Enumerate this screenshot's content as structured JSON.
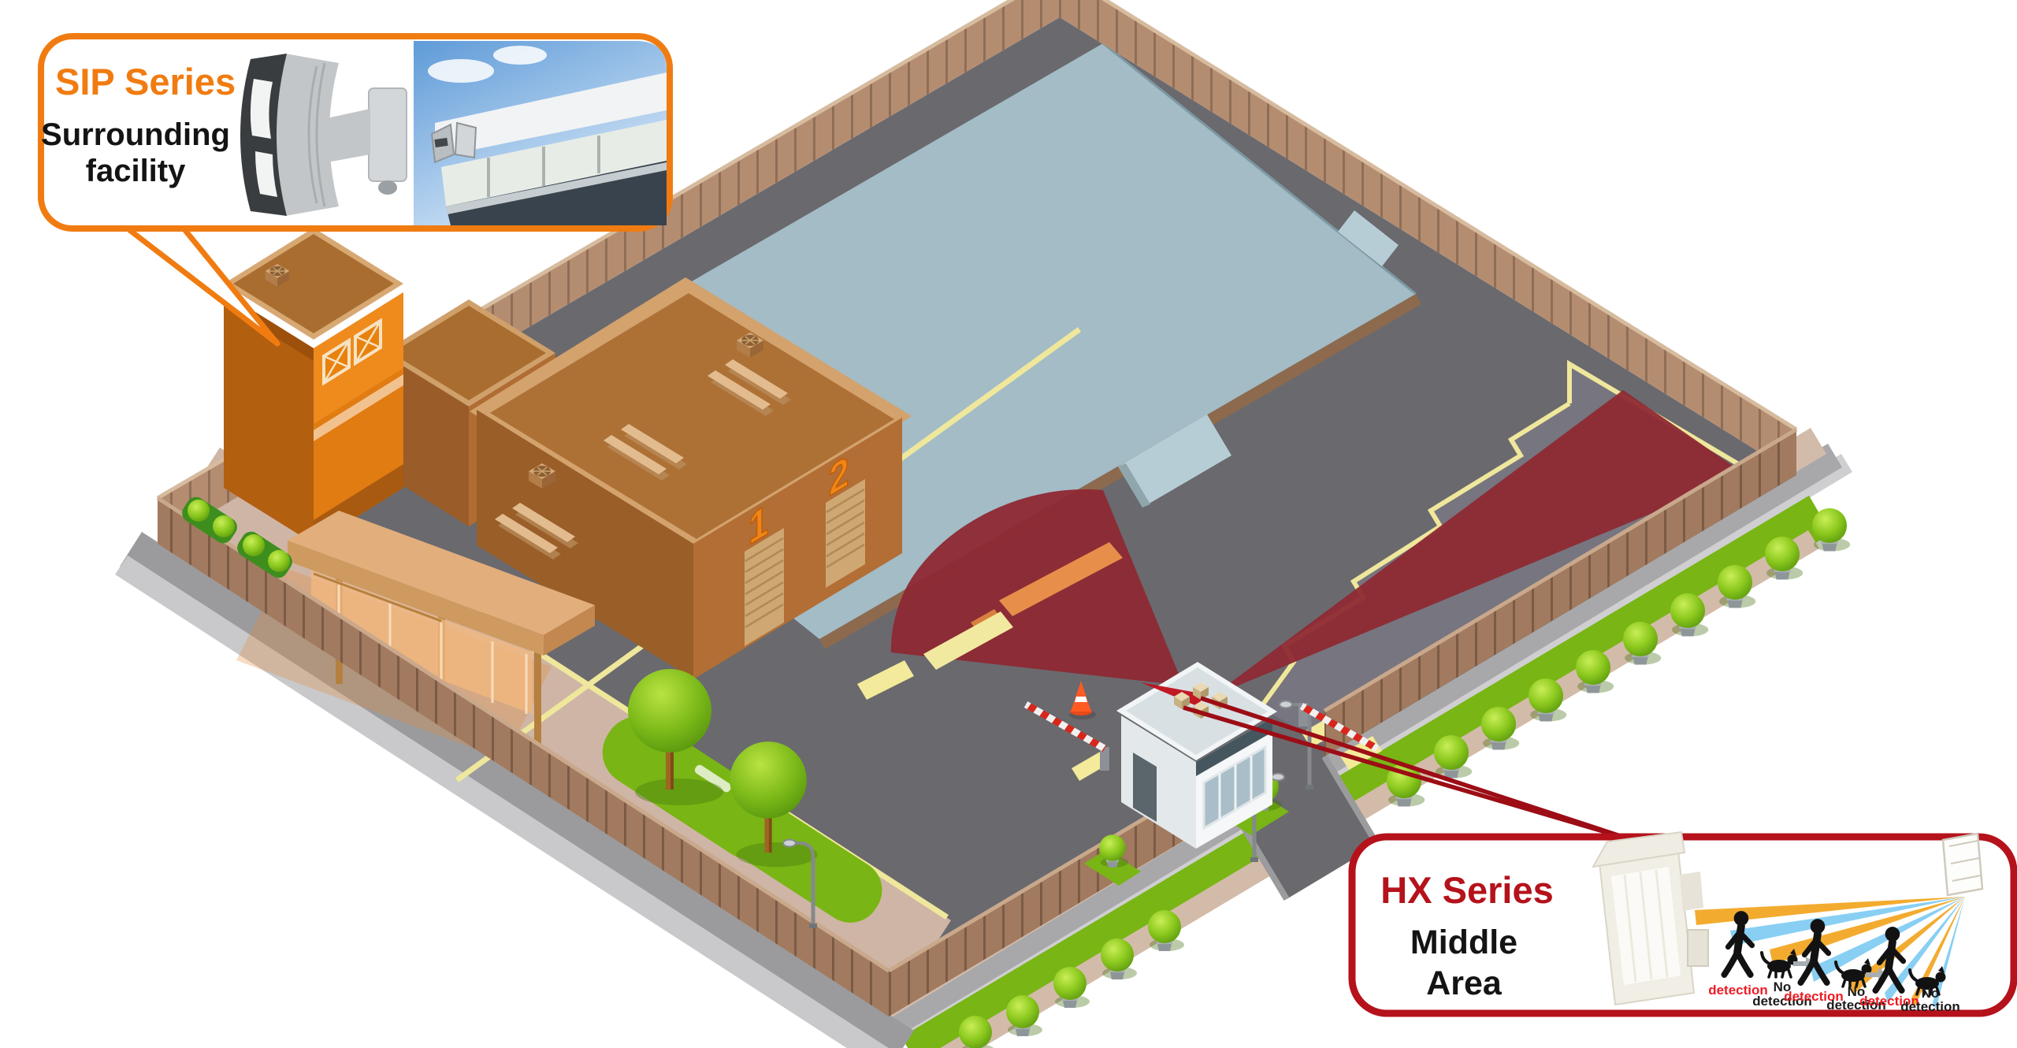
{
  "scene": {
    "description": "Isometric security-facility map with two detector callouts",
    "background": "#ffffff"
  },
  "colors": {
    "accent_orange": "#f07c11",
    "accent_red": "#b5121b",
    "label_red": "#ed1c24",
    "asphalt": "#6a696e",
    "blue_area": "#a3bcc6",
    "purple_area": "#77757f",
    "detection_zone_red": "#8e2a34",
    "grass": "#79b514",
    "fence": "#b48d71",
    "walkway": "#cfb5a5",
    "yellow_line": "#efe79b",
    "building_orange": "#ef8a1c",
    "building_brown": "#ad7136",
    "beam_orange": "#f2a41e",
    "beam_blue": "#7ecbf2"
  },
  "sip_callout": {
    "title": "SIP Series",
    "subtitle_line1": "Surrounding",
    "subtitle_line2": "facility"
  },
  "hx_callout": {
    "title": "HX Series",
    "subtitle_line1": "Middle",
    "subtitle_line2": "Area",
    "illustration": {
      "groups": [
        {
          "detect": "detection",
          "no_line1": "No",
          "no_line2": "detection"
        },
        {
          "detect": "detection",
          "no_line1": "No",
          "no_line2": "detection"
        },
        {
          "detect": "detection",
          "no_line1": "No",
          "no_line2": "detection"
        }
      ]
    }
  },
  "site": {
    "warehouse_numbers": [
      "1",
      "2"
    ]
  }
}
